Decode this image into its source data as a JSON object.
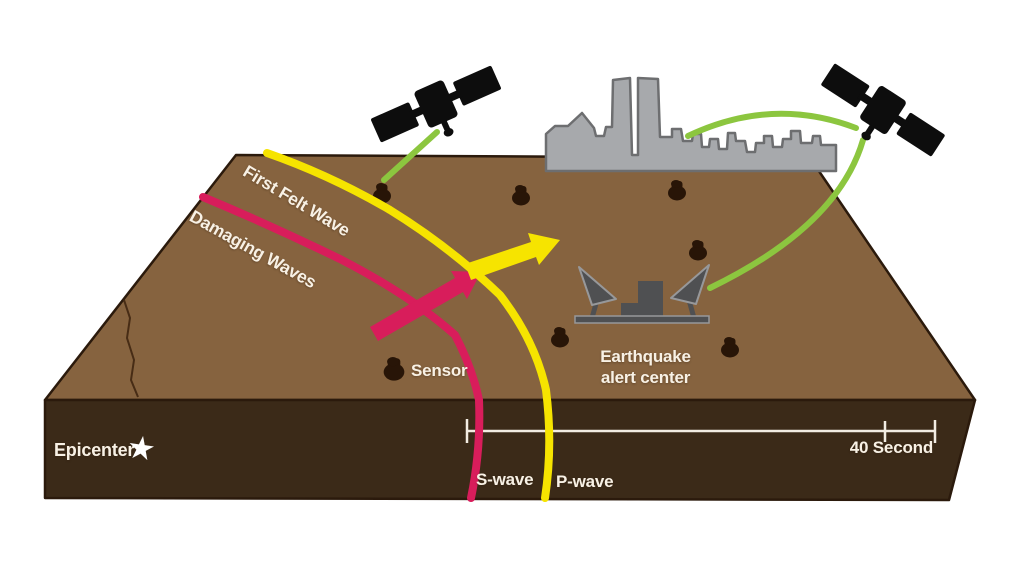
{
  "title": "Earthquake early warning system diagram",
  "labels": {
    "first_felt_wave": "First Felt Wave",
    "damaging_waves": "Damaging Waves",
    "sensor": "Sensor",
    "alert_center_line1": "Earthquake",
    "alert_center_line2": "alert center",
    "epicenter": "Epicenter",
    "s_wave": "S-wave",
    "p_wave": "P-wave",
    "time_scale": "40 Second"
  },
  "icons": {
    "epicenter_star_glyph": "★",
    "satellite_icon": "satellite",
    "sensor_icon": "ground-sensor",
    "city_icon": "city-skyline",
    "alert_center_icon": "antenna-station"
  },
  "counts": {
    "sensors": 7,
    "satellites": 2
  },
  "colors": {
    "background": "#ffffff",
    "ground_top": "#86633f",
    "ground_front": "#3b2a18",
    "ground_outline": "#2b1a0c",
    "p_wave_yellow": "#f6e400",
    "s_wave_red": "#d81d5b",
    "signal_green": "#8cc63f",
    "city_gray": "#a7a9ac",
    "city_outline": "#6d6e70",
    "alert_center_gray": "#4f5052",
    "alert_center_outline": "#97989a",
    "sensor_dark": "#281507",
    "satellite_black": "#0d0d0d",
    "scale_bar": "#f2ece2",
    "label_text": "#f8f1e5"
  }
}
